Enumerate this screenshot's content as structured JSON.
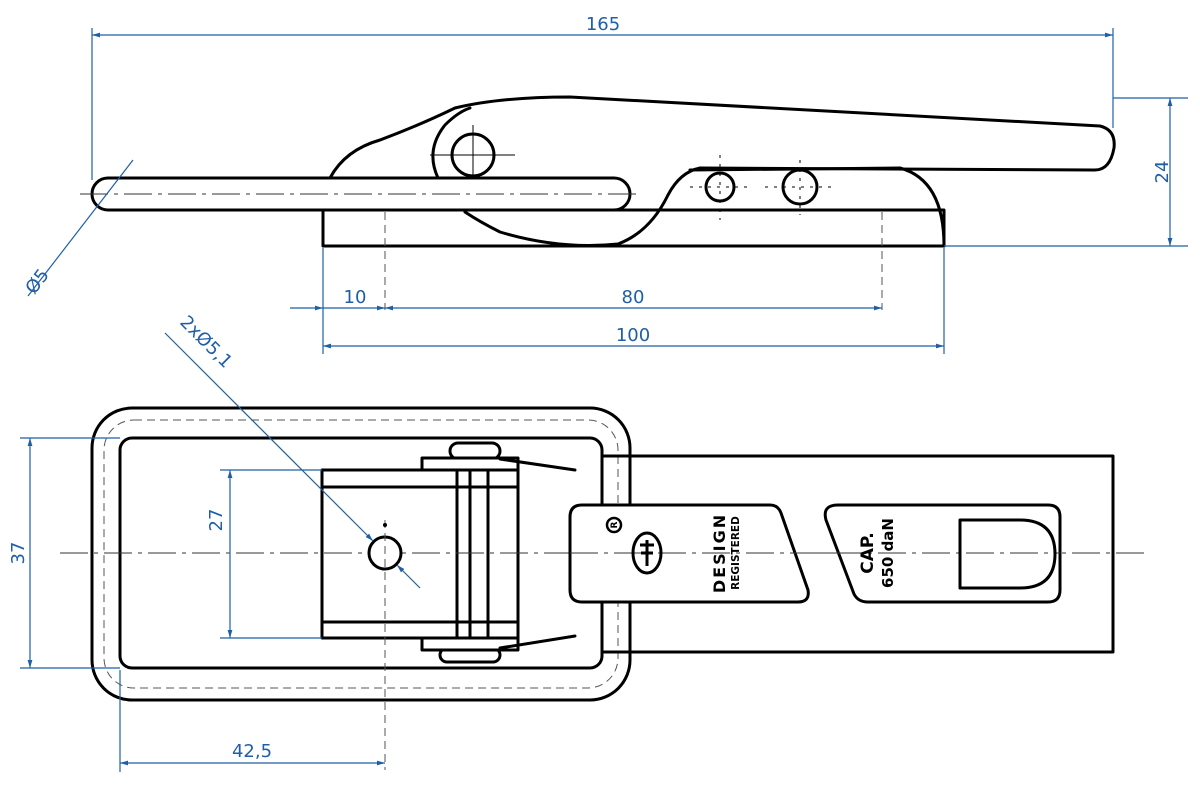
{
  "colors": {
    "dimension": "#1f5fa8",
    "outline": "#000000"
  },
  "dimensions": {
    "overall_length": "165",
    "height": "24",
    "rod_diameter": "Ø5",
    "offset": "10",
    "hole_spacing": "80",
    "base_length": "100",
    "holes": "2xØ5,1",
    "inner_width": "27",
    "outer_width": "37",
    "hole_position": "42,5"
  },
  "markings": {
    "registered_symbol": "R",
    "design": "DESIGN",
    "registered": "REGISTERED",
    "cap": "CAP.",
    "capacity": "650 daN"
  }
}
